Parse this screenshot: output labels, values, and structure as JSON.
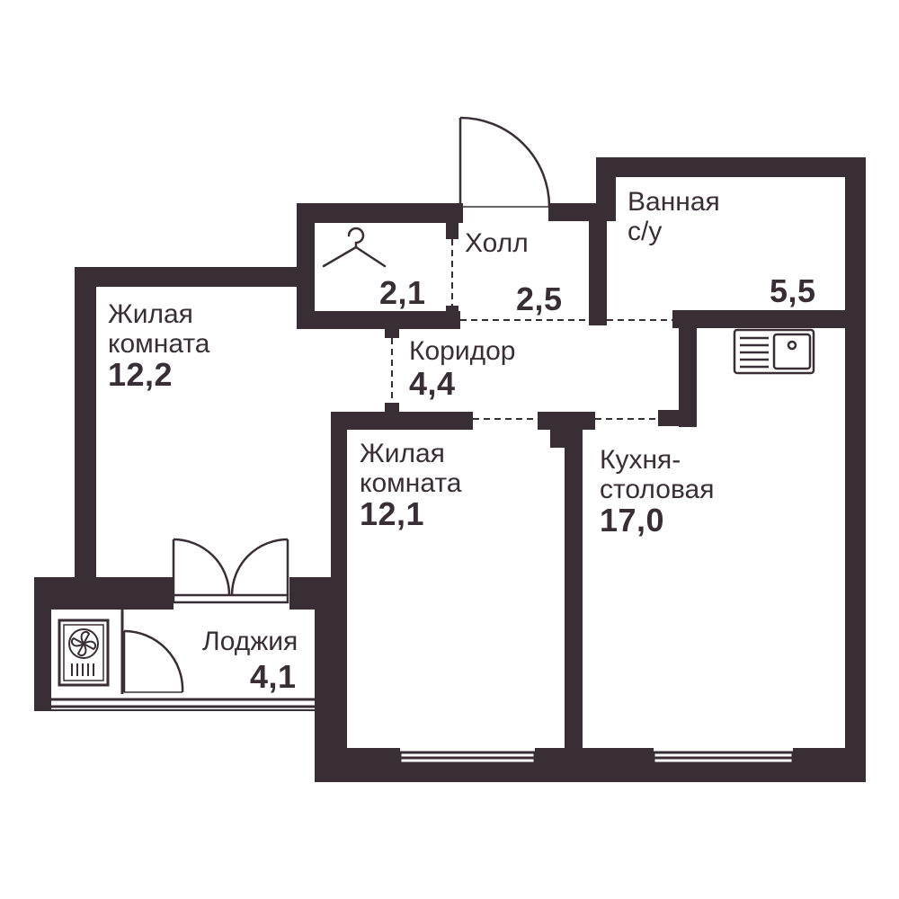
{
  "colors": {
    "wall": "#3a2e36",
    "background": "#ffffff",
    "line": "#3a2e36"
  },
  "rooms": {
    "living_left": {
      "name_line1": "Жилая",
      "name_line2": "комната",
      "area": "12,2"
    },
    "wardrobe": {
      "area": "2,1"
    },
    "hall": {
      "name": "Холл",
      "area": "2,5"
    },
    "bathroom": {
      "name_line1": "Ванная",
      "name_line2": "с/у",
      "area": "5,5"
    },
    "corridor": {
      "name": "Коридор",
      "area": "4,4"
    },
    "living_mid": {
      "name_line1": "Жилая",
      "name_line2": "комната",
      "area": "12,1"
    },
    "kitchen": {
      "name_line1": "Кухня-",
      "name_line2": "столовая",
      "area": "17,0"
    },
    "loggia": {
      "name": "Лоджия",
      "area": "4,1"
    }
  },
  "icons": {
    "wardrobe": "hanger-icon",
    "kitchen": "sink-icon",
    "loggia": "air-conditioner-icon"
  }
}
